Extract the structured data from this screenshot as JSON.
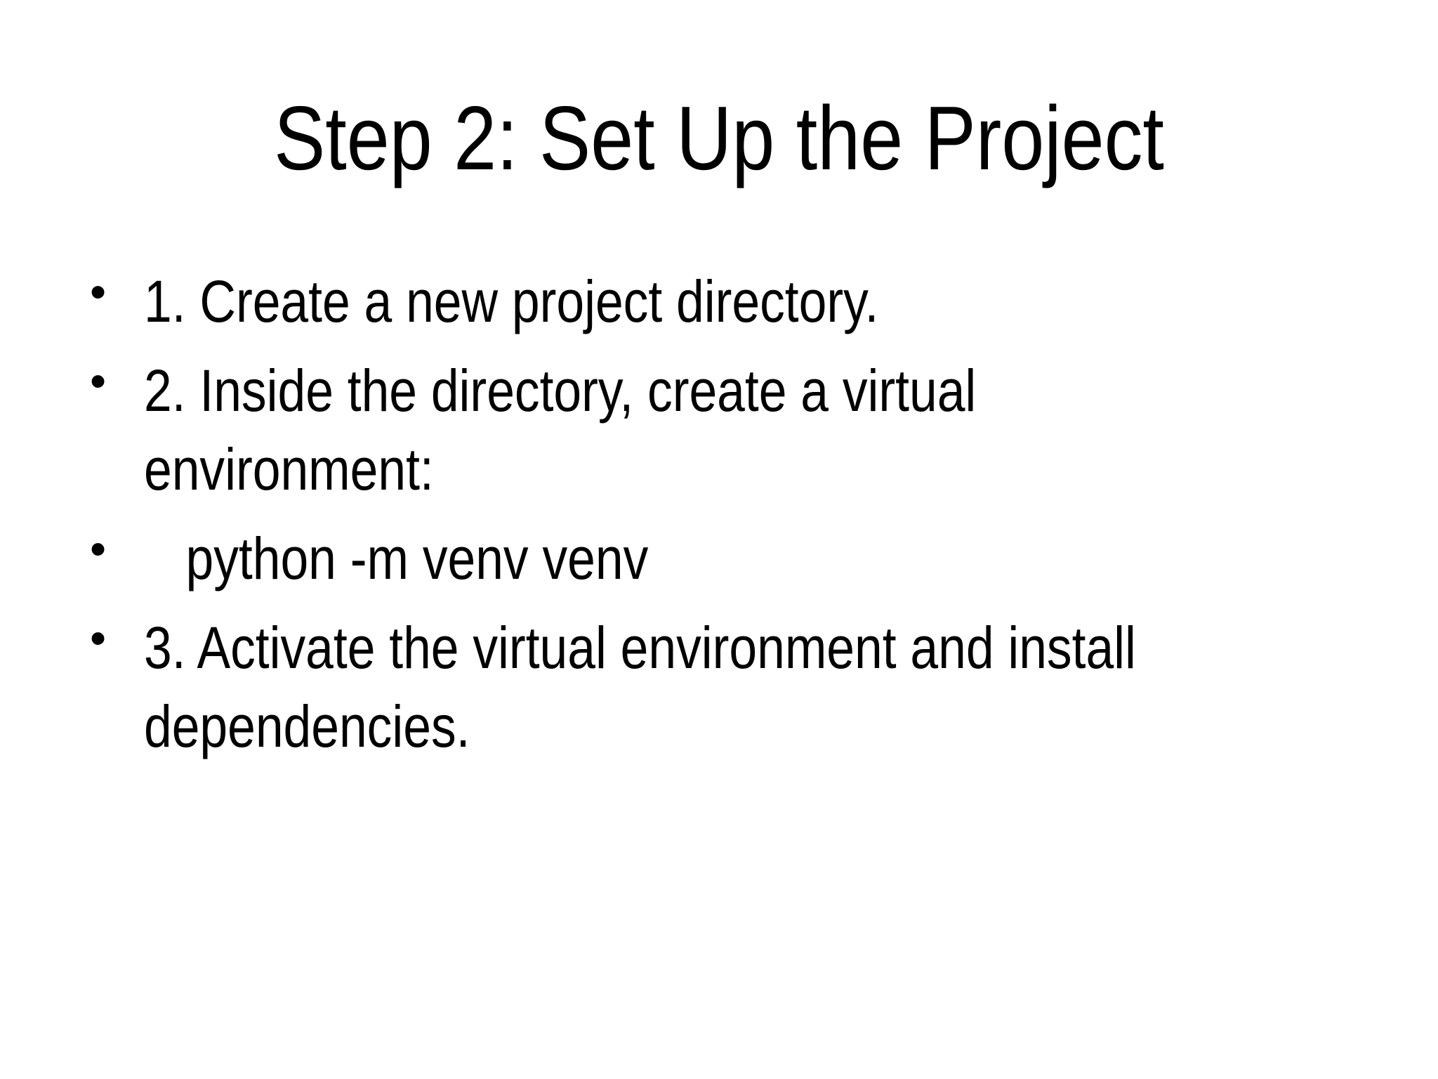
{
  "slide": {
    "title": "Step 2: Set Up the Project",
    "bullet_glyph": "•",
    "bullets": [
      {
        "lines": [
          "1. Create a new project directory."
        ]
      },
      {
        "lines": [
          "2. Inside the directory, create a virtual",
          "environment:"
        ]
      },
      {
        "lines": [
          "   python -m venv venv"
        ]
      },
      {
        "lines": [
          "3. Activate the virtual environment and install",
          "dependencies."
        ]
      }
    ],
    "colors": {
      "background": "#ffffff",
      "text": "#000000"
    }
  }
}
